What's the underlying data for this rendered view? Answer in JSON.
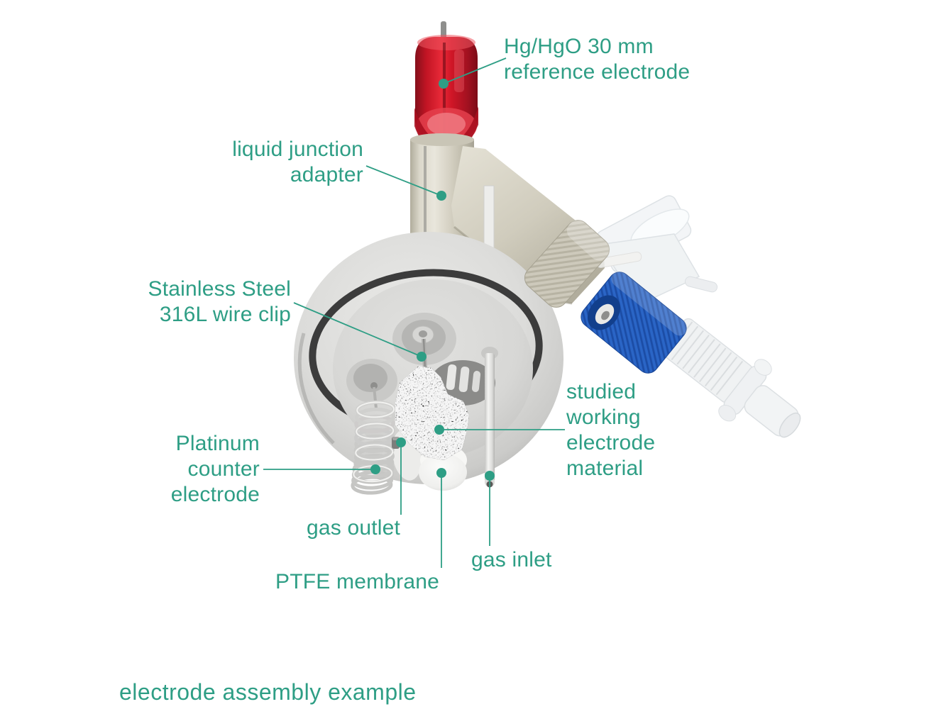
{
  "figure": {
    "caption": "electrode assembly example",
    "colors": {
      "label_teal": "#2e9e85",
      "electrode_red": "#d11a28",
      "fitting_blue": "#2a65c6",
      "body_beige": "#d2cec0",
      "cap_gray": "#d9d9d7",
      "oring_dark": "#3c3c3c",
      "background": "#ffffff"
    },
    "labels": {
      "reference_electrode": {
        "lines": [
          "Hg/HgO 30 mm",
          "reference electrode"
        ]
      },
      "liquid_junction_adapter": {
        "lines": [
          "liquid junction",
          "adapter"
        ]
      },
      "wire_clip": {
        "lines": [
          "Stainless Steel",
          "316L wire clip"
        ]
      },
      "counter_electrode": {
        "lines": [
          "Platinum",
          "counter",
          "electrode"
        ]
      },
      "gas_outlet": {
        "lines": [
          "gas outlet"
        ]
      },
      "ptfe_membrane": {
        "lines": [
          "PTFE membrane"
        ]
      },
      "gas_inlet": {
        "lines": [
          "gas inlet"
        ]
      },
      "working_electrode": {
        "lines": [
          "studied",
          "working",
          "electrode",
          "material"
        ]
      }
    }
  }
}
